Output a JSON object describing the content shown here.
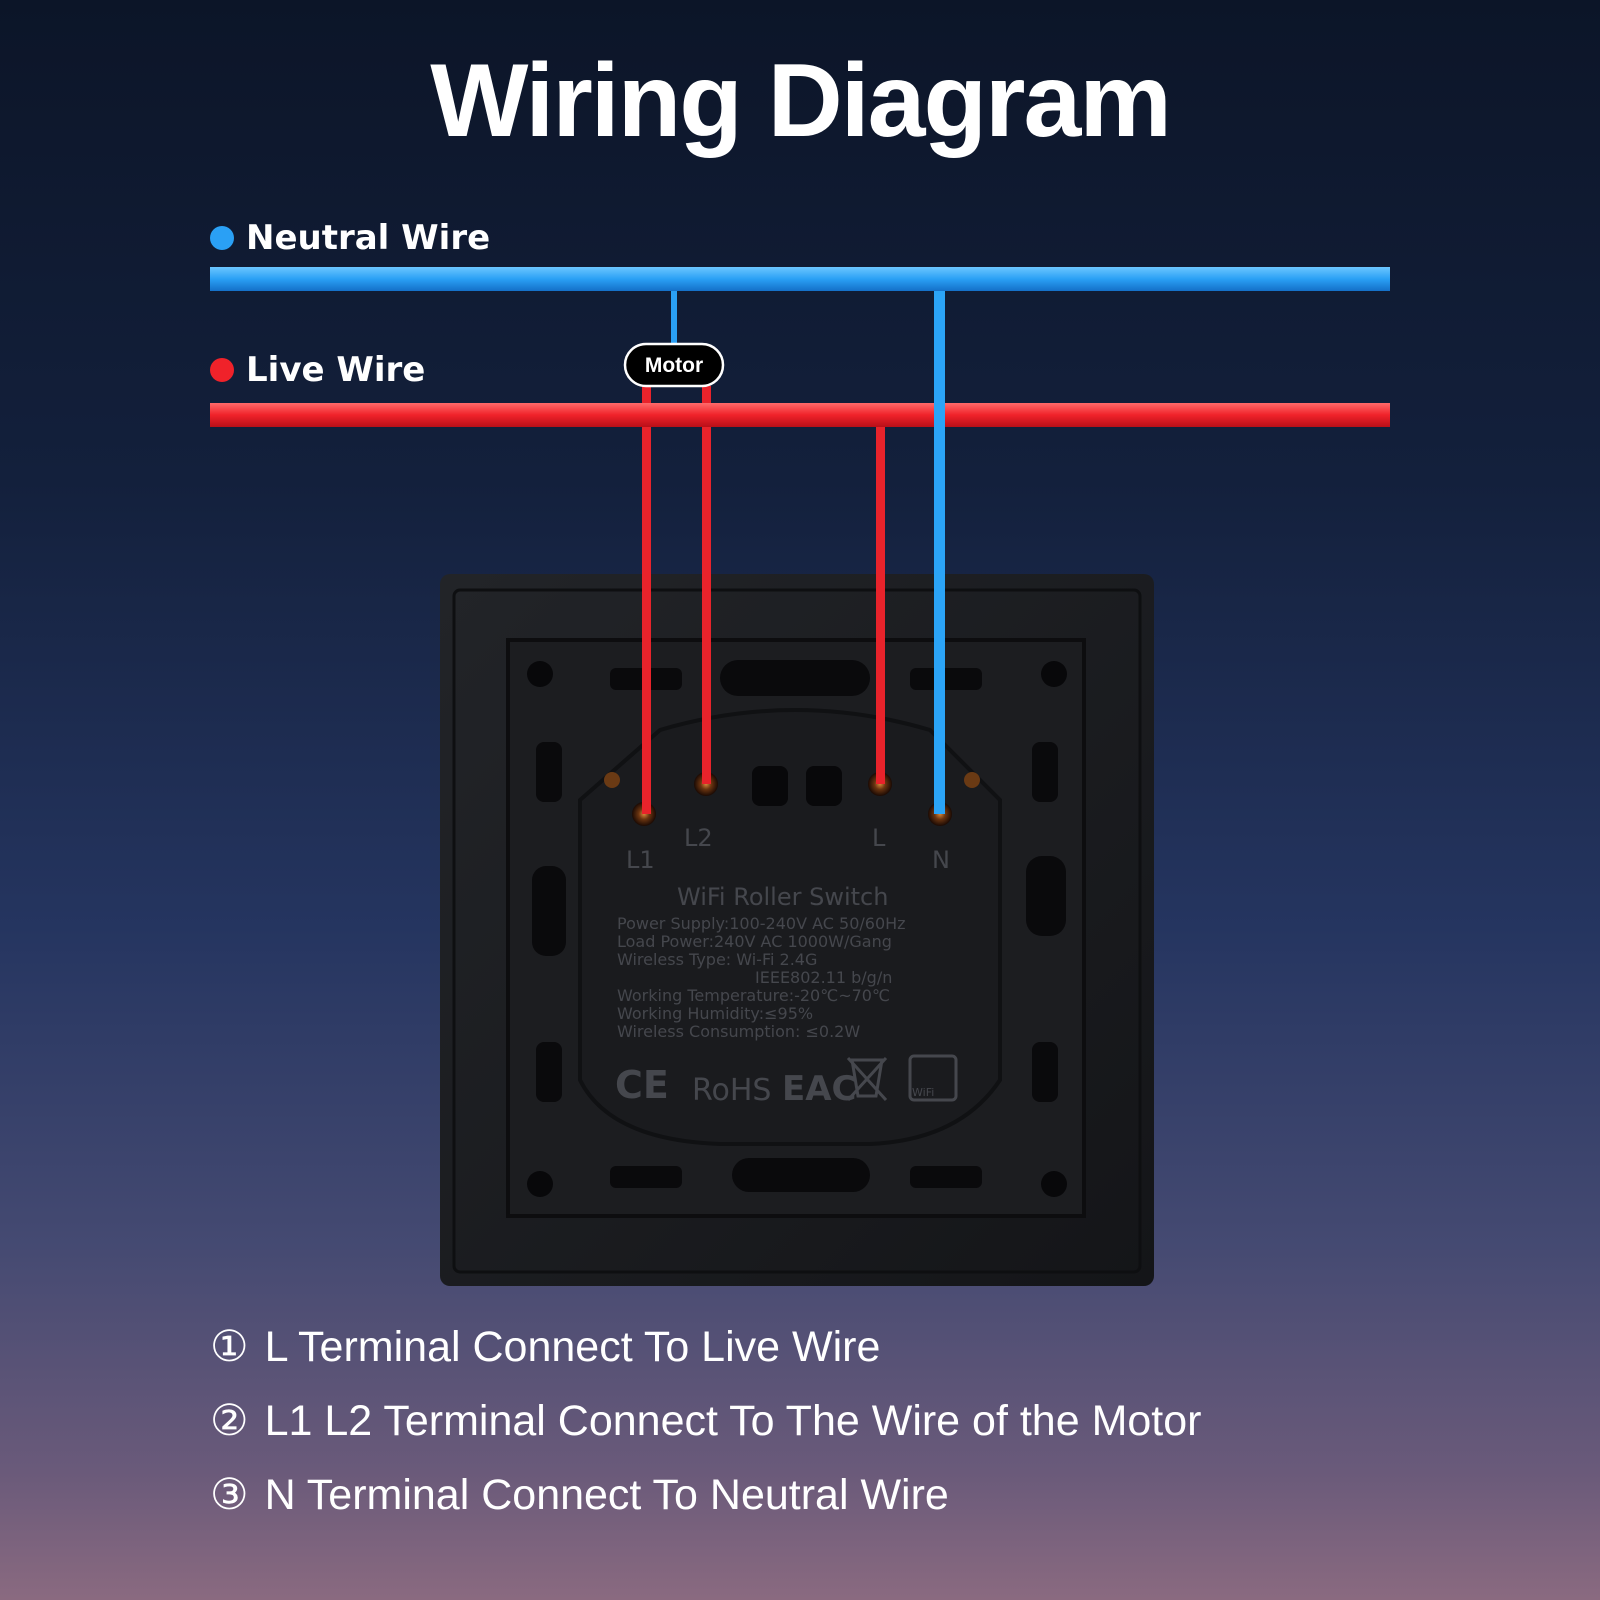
{
  "title": "Wiring Diagram",
  "legend": {
    "neutral": {
      "label": "Neutral Wire",
      "color": "#2aa0f5"
    },
    "live": {
      "label": "Live Wire",
      "color": "#f0222a"
    }
  },
  "motor_label": "Motor",
  "device": {
    "name": "WiFi Roller Switch",
    "terminals": [
      "L1",
      "L2",
      "L",
      "N"
    ],
    "specs": [
      "Power Supply:100-240V AC 50/60Hz",
      "Load Power:240V AC 1000W/Gang",
      "Wireless Type: Wi-Fi 2.4G",
      "IEEE802.11 b/g/n",
      "Working Temperature:-20℃~70℃",
      "Working Humidity:≤95%",
      "Wireless Consumption: ≤0.2W"
    ],
    "marks": [
      "CE",
      "RoHS",
      "EAC",
      "WiFi"
    ]
  },
  "instructions": [
    {
      "num": "①",
      "text": "L Terminal Connect To Live Wire"
    },
    {
      "num": "②",
      "text": "L1 L2 Terminal Connect To The Wire of the Motor"
    },
    {
      "num": "③",
      "text": "N Terminal Connect To Neutral Wire"
    }
  ]
}
